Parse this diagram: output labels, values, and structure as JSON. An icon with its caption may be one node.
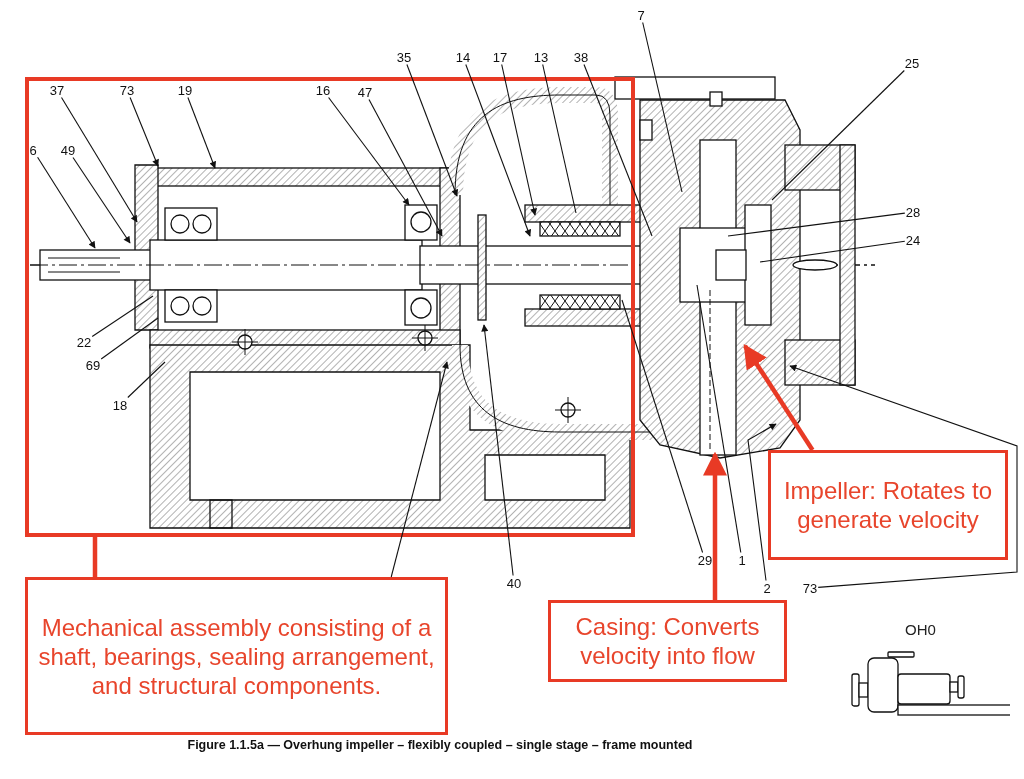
{
  "diagram": {
    "caption": "Figure 1.1.5a — Overhung impeller – flexibly coupled – single stage – frame mounted",
    "nodes": [
      {
        "text": [
          "7"
        ]
      },
      {
        "text": [
          "35"
        ]
      },
      {
        "text": [
          "14"
        ]
      },
      {
        "text": [
          "17"
        ]
      },
      {
        "text": [
          "13"
        ]
      },
      {
        "text": [
          "38"
        ]
      },
      {
        "text": [
          "25"
        ]
      },
      {
        "text": [],
        "shape": "box"
      },
      {
        "text": [
          "37"
        ],
        "in": 7
      },
      {
        "text": [
          "73"
        ],
        "in": 7
      },
      {
        "text": [
          "19"
        ],
        "in": 7
      },
      {
        "text": [
          "16"
        ],
        "in": 7
      },
      {
        "text": [
          "47"
        ],
        "in": 7
      },
      {
        "text": [
          "6"
        ],
        "in": 7
      },
      {
        "text": [
          "49"
        ],
        "in": 7
      },
      {
        "text": [
          "28"
        ]
      },
      {
        "text": [
          "24"
        ]
      },
      {
        "text": [
          "22"
        ],
        "in": 7
      },
      {
        "text": [
          "69"
        ],
        "in": 7
      },
      {
        "text": [
          "18"
        ],
        "in": 7
      },
      {
        "text": [
          "Impeller: Rotates to generate velocity"
        ]
      },
      {
        "text": [
          "29"
        ]
      },
      {
        "text": [
          "1"
        ]
      },
      {
        "text": [
          "40"
        ]
      },
      {
        "text": [
          "Mechanical assembly consisting of a shaft, bearings, sealing arrangement, and structural components."
        ]
      },
      {
        "text": [
          "2"
        ]
      },
      {
        "text": [
          "73"
        ]
      },
      {
        "text": [
          "Casing: Converts velocity into flow"
        ]
      }
    ],
    "edges": [
      {
        "from": 0,
        "to": null,
        "arrow": "none"
      },
      {
        "from": 1,
        "to": null,
        "arrow": "to"
      },
      {
        "from": 2,
        "to": null,
        "arrow": "to"
      },
      {
        "from": 3,
        "to": null,
        "arrow": "to"
      },
      {
        "from": 4,
        "to": null,
        "arrow": "none"
      },
      {
        "from": 5,
        "to": null,
        "arrow": "none"
      },
      {
        "from": 6,
        "to": null,
        "arrow": "none"
      },
      {
        "from": 8,
        "to": null,
        "arrow": "to"
      },
      {
        "from": 9,
        "to": null,
        "arrow": "to"
      },
      {
        "from": 10,
        "to": null,
        "arrow": "to"
      },
      {
        "from": 11,
        "to": null,
        "arrow": "to"
      },
      {
        "from": 12,
        "to": null,
        "arrow": "to"
      },
      {
        "from": 13,
        "to": null,
        "arrow": "to"
      },
      {
        "from": 14,
        "to": null,
        "arrow": "to"
      },
      {
        "from": 15,
        "to": null,
        "arrow": "none"
      },
      {
        "from": 16,
        "to": null,
        "arrow": "none"
      },
      {
        "from": 17,
        "to": null,
        "arrow": "none"
      },
      {
        "from": 18,
        "to": null,
        "arrow": "none"
      },
      {
        "from": 19,
        "to": null,
        "arrow": "none"
      },
      {
        "from": 20,
        "to": null,
        "arrow": "to",
        "style": "thick",
        "color": "#e83a25"
      },
      {
        "from": 21,
        "to": null,
        "arrow": "none"
      },
      {
        "from": 22,
        "to": null,
        "arrow": "none"
      },
      {
        "from": 23,
        "to": null,
        "arrow": "to"
      },
      {
        "from": 24,
        "to": 7,
        "arrow": "none",
        "style": "thick",
        "color": "#e83a25"
      },
      {
        "from": 25,
        "to": null,
        "arrow": "to"
      },
      {
        "from": 26,
        "to": null,
        "arrow": "to"
      },
      {
        "from": 27,
        "to": null,
        "arrow": "to",
        "style": "thick",
        "color": "#e83a25"
      },
      {
        "from": 24,
        "to": null,
        "arrow": "to"
      }
    ],
    "labels": [
      "OH0"
    ]
  }
}
